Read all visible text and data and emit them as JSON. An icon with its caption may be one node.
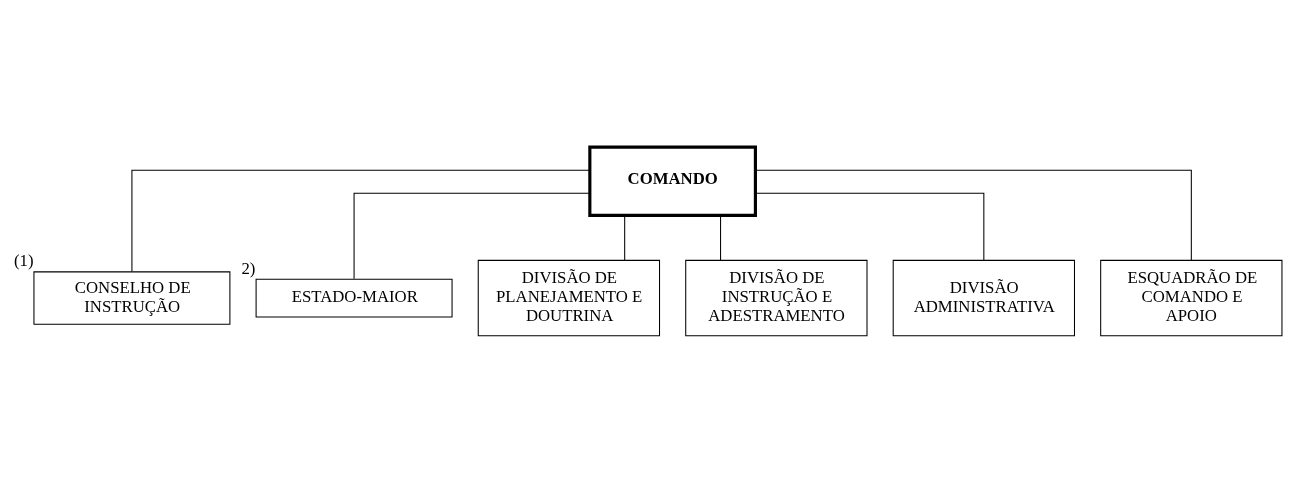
{
  "diagram": {
    "nodes": [
      {
        "text": [
          "COMANDO"
        ]
      },
      {
        "text": [
          "CONSELHO DE INSTRUÇÃO"
        ],
        "beside": [
          "(1)"
        ]
      },
      {
        "text": [
          "ESTADO-MAIOR"
        ],
        "beside": [
          "2)"
        ]
      },
      {
        "text": [
          "DIVISÃO DE PLANEJAMENTO E DOUTRINA"
        ]
      },
      {
        "text": [
          "DIVISÃO DE INSTRUÇÃO E ADESTRAMENTO"
        ]
      },
      {
        "text": [
          "DIVISÃO ADMINISTRATIVA"
        ]
      },
      {
        "text": [
          "ESQUADRÃO DE COMANDO E APOIO"
        ]
      }
    ],
    "edges": [
      {
        "from": 0,
        "to": 1,
        "arrow": "none"
      },
      {
        "from": 0,
        "to": 2,
        "arrow": "none"
      },
      {
        "from": 0,
        "to": 3,
        "arrow": "none"
      },
      {
        "from": 0,
        "to": 4,
        "arrow": "none"
      },
      {
        "from": 0,
        "to": 5,
        "arrow": "none"
      },
      {
        "from": 0,
        "to": 6,
        "arrow": "none"
      }
    ]
  }
}
